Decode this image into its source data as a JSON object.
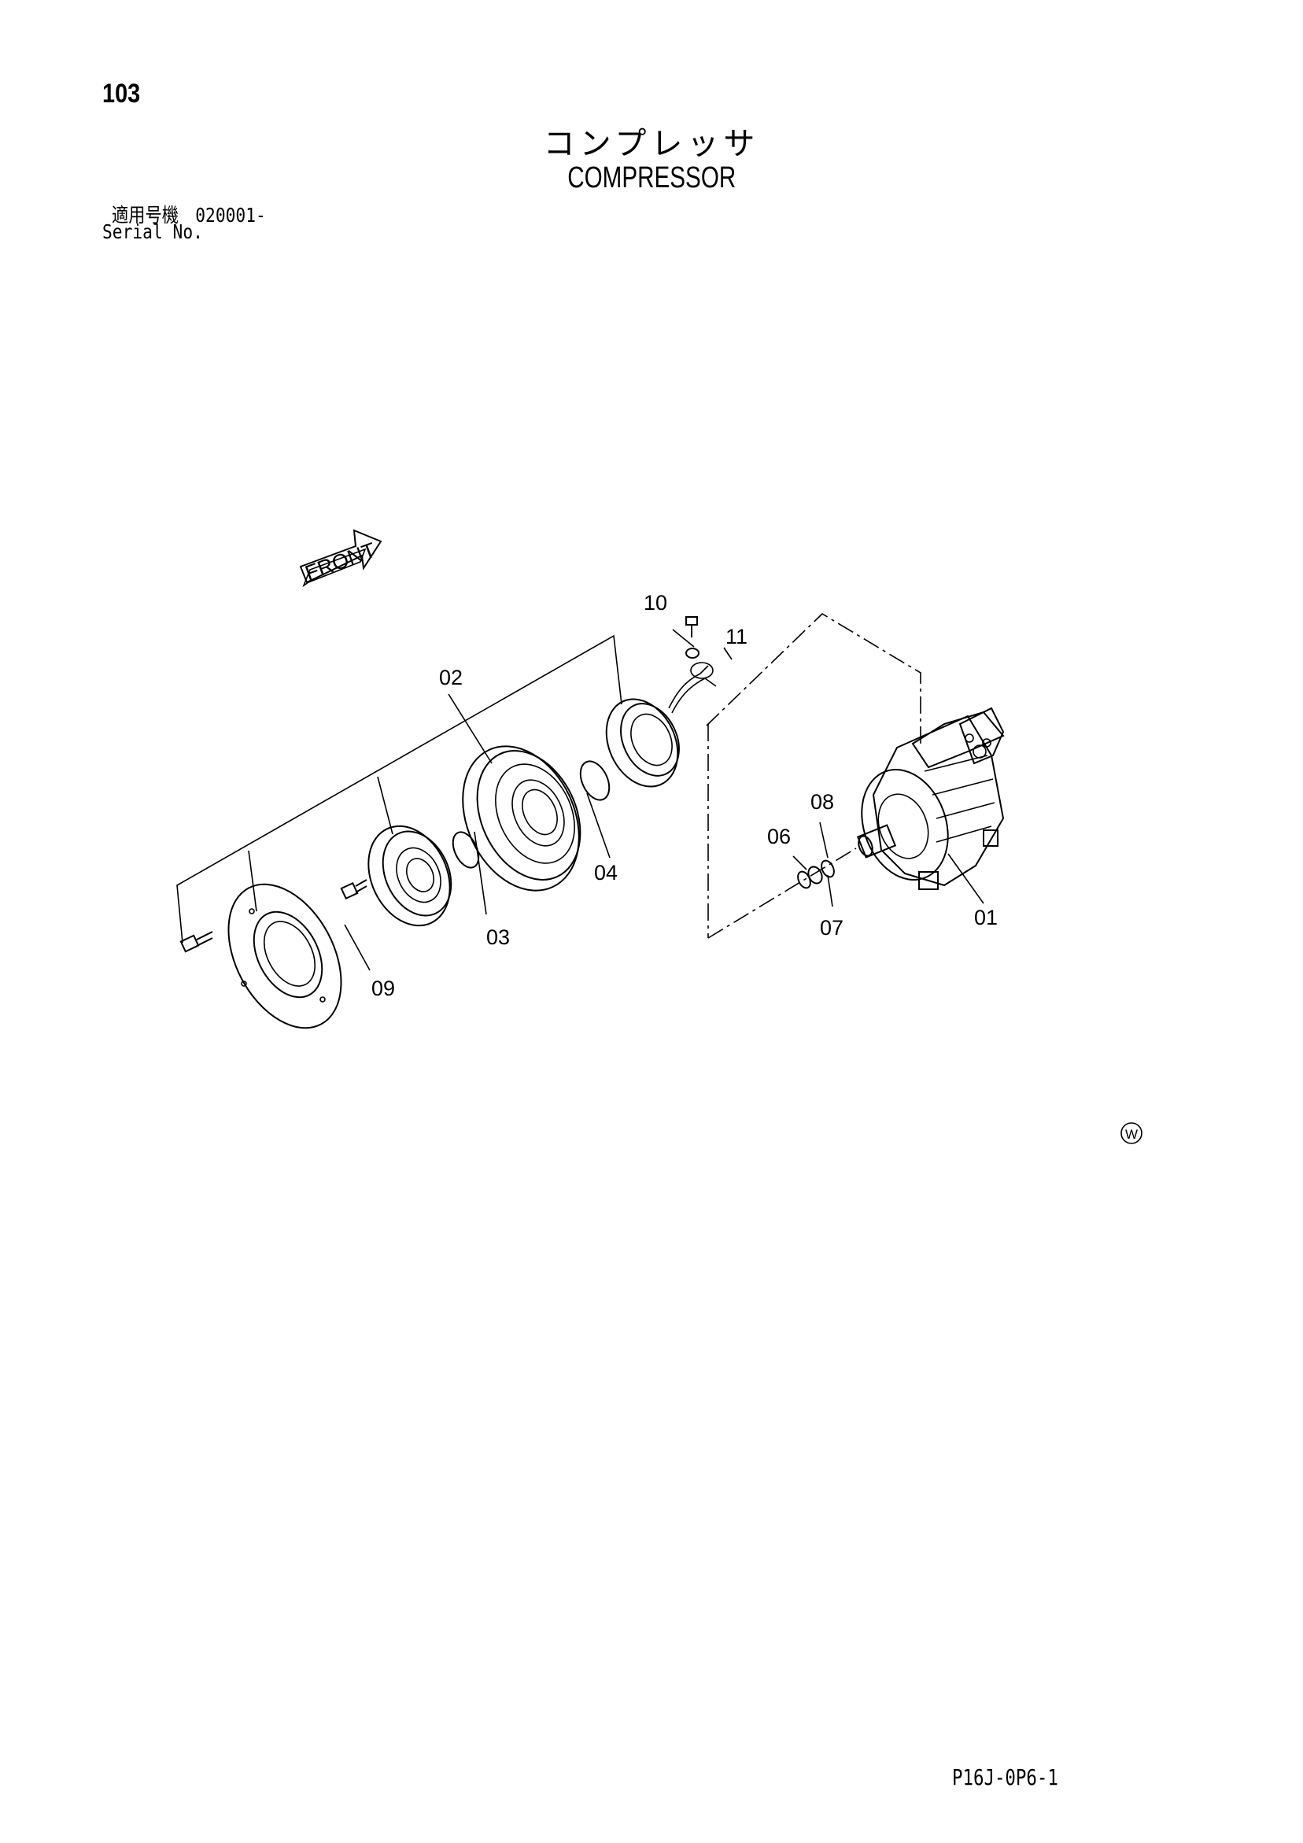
{
  "page": {
    "number": "103",
    "title_jp": "コンプレッサ",
    "title_en": "COMPRESSOR",
    "serial_label_jp": "適用号機　020001-",
    "serial_label_en": "Serial No.",
    "sheet_code": "P16J-0P6-1",
    "watermark_symbol": "Ⓦ"
  },
  "diagram": {
    "front_label": "FRONT",
    "callouts": [
      "01",
      "02",
      "03",
      "04",
      "06",
      "07",
      "08",
      "09",
      "10",
      "11"
    ]
  }
}
